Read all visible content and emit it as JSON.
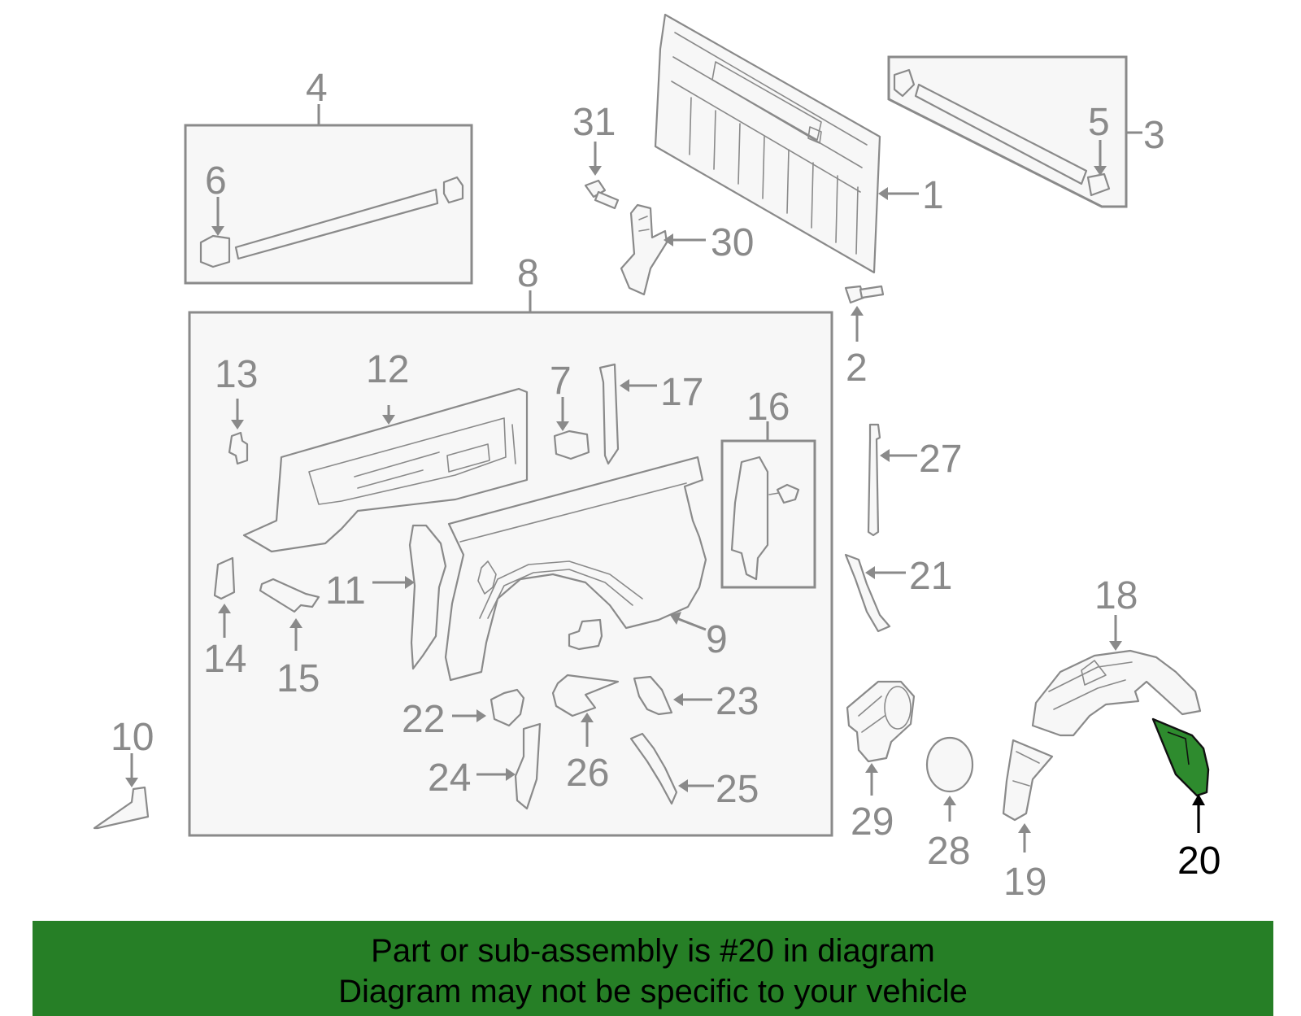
{
  "callouts": {
    "c1": "1",
    "c2": "2",
    "c3": "3",
    "c4": "4",
    "c5": "5",
    "c6": "6",
    "c7": "7",
    "c8": "8",
    "c9": "9",
    "c10": "10",
    "c11": "11",
    "c12": "12",
    "c13": "13",
    "c14": "14",
    "c15": "15",
    "c16": "16",
    "c17": "17",
    "c18": "18",
    "c19": "19",
    "c20": "20",
    "c21": "21",
    "c22": "22",
    "c23": "23",
    "c24": "24",
    "c25": "25",
    "c26": "26",
    "c27": "27",
    "c28": "28",
    "c29": "29",
    "c30": "30",
    "c31": "31"
  },
  "highlight": {
    "part_number": "20",
    "color": "#2e8b2e"
  },
  "banner": {
    "line1": "Part or sub-assembly is #20 in diagram",
    "line2": "Diagram may not be specific to your vehicle",
    "background": "#267f26"
  }
}
